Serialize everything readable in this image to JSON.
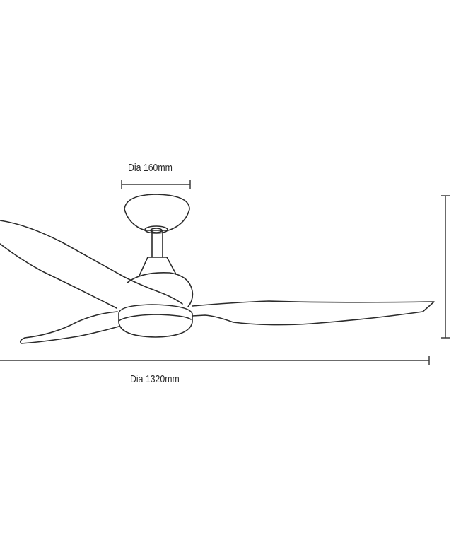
{
  "diagram": {
    "subject": "ceiling fan side elevation",
    "dimensions": {
      "canopy_diameter": {
        "label": "Dia 160mm"
      },
      "blade_span": {
        "label": "Dia 1320mm"
      },
      "height": {
        "label": ""
      }
    },
    "colors": {
      "line": "#2b2b2b",
      "background": "#ffffff"
    }
  }
}
